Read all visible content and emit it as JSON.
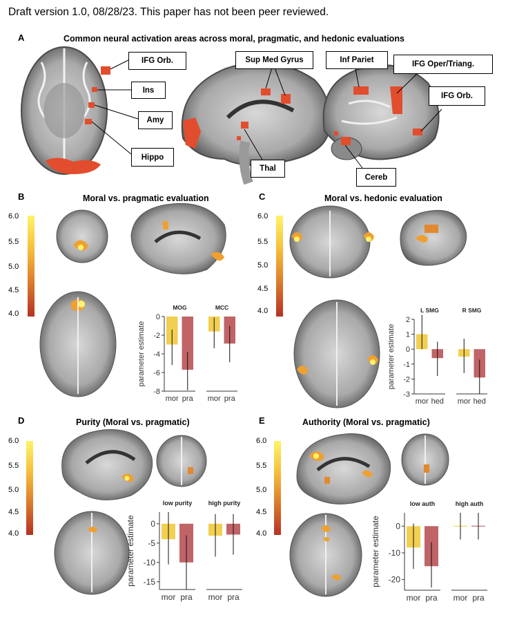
{
  "header": {
    "text": "Draft version 1.0, 08/28/23. This paper has not been peer reviewed."
  },
  "colors": {
    "activation": "#e24d2d",
    "mor": "#f1cf51",
    "pra": "#c06467",
    "brain_fill": "#cfcfcf",
    "brain_dark": "#6f6f6f",
    "colorbar_top": "#fff36b",
    "colorbar_bottom": "#b53224"
  },
  "panels": {
    "A": {
      "letter": "A",
      "title": "Common neural activation areas across moral, pragmatic, and hedonic evaluations",
      "labels": [
        "IFG Orb.",
        "Ins",
        "Amy",
        "Hippo",
        "Sup Med Gyrus",
        "Thal",
        "Inf Pariet",
        "IFG Oper/Triang.",
        "IFG Orb.",
        "Cereb"
      ]
    },
    "B": {
      "letter": "B",
      "title": "Moral vs. pragmatic evaluation"
    },
    "C": {
      "letter": "C",
      "title": "Moral vs. hedonic evaluation"
    },
    "D": {
      "letter": "D",
      "title": "Purity (Moral vs. pragmatic)"
    },
    "E": {
      "letter": "E",
      "title": "Authority (Moral vs. pragmatic)"
    }
  },
  "colorbar": {
    "ticks": [
      "6.0",
      "5.5",
      "5.0",
      "4.5",
      "4.0"
    ]
  },
  "chart_data": [
    {
      "panel": "B",
      "type": "bar",
      "ylabel": "parameter estimate",
      "ylim": [
        -8,
        0
      ],
      "yticks": [
        0,
        -2,
        -4,
        -6,
        -8
      ],
      "groups": [
        {
          "name": "MOG",
          "categories": [
            "mor",
            "pra"
          ],
          "values": [
            -3.0,
            -5.7
          ],
          "err_low": [
            -5.2,
            -7.9
          ],
          "err_high": [
            -1.4,
            -3.8
          ]
        },
        {
          "name": "MCC",
          "categories": [
            "mor",
            "pra"
          ],
          "values": [
            -1.6,
            -2.9
          ],
          "err_low": [
            -3.4,
            -4.9
          ],
          "err_high": [
            -0.1,
            -1.0
          ]
        }
      ]
    },
    {
      "panel": "C",
      "type": "bar",
      "ylabel": "parameter estimate",
      "ylim": [
        -3,
        2
      ],
      "yticks": [
        2,
        1,
        0,
        -1,
        -2,
        -3
      ],
      "groups": [
        {
          "name": "L SMG",
          "categories": [
            "mor",
            "hed"
          ],
          "values": [
            1.0,
            -0.6
          ],
          "err_low": [
            0.0,
            -1.8
          ],
          "err_high": [
            2.3,
            0.5
          ]
        },
        {
          "name": "R SMG",
          "categories": [
            "mor",
            "hed"
          ],
          "values": [
            -0.5,
            -1.9
          ],
          "err_low": [
            -1.6,
            -3.0
          ],
          "err_high": [
            0.7,
            -0.7
          ]
        }
      ]
    },
    {
      "panel": "D",
      "type": "bar",
      "ylabel": "parameter estimate",
      "ylim": [
        -17,
        3
      ],
      "yticks": [
        0,
        -5,
        -10,
        -15
      ],
      "groups": [
        {
          "name": "low purity",
          "categories": [
            "mor",
            "pra"
          ],
          "values": [
            -4,
            -10
          ],
          "err_low": [
            -10.5,
            -17
          ],
          "err_high": [
            3,
            -3
          ]
        },
        {
          "name": "high purity",
          "categories": [
            "mor",
            "pra"
          ],
          "values": [
            -3.1,
            -2.8
          ],
          "err_low": [
            -8.5,
            -8
          ],
          "err_high": [
            2.5,
            2.5
          ]
        }
      ]
    },
    {
      "panel": "E",
      "type": "bar",
      "ylabel": "parameter estimate",
      "ylim": [
        -24,
        5
      ],
      "yticks": [
        0,
        -10,
        -20
      ],
      "groups": [
        {
          "name": "low auth",
          "categories": [
            "mor",
            "pra"
          ],
          "values": [
            -8,
            -15
          ],
          "err_low": [
            -16,
            -23
          ],
          "err_high": [
            1,
            -6
          ]
        },
        {
          "name": "high auth",
          "categories": [
            "mor",
            "pra"
          ],
          "values": [
            0,
            0
          ],
          "err_low": [
            -5,
            -5
          ],
          "err_high": [
            5,
            5
          ]
        }
      ]
    }
  ]
}
